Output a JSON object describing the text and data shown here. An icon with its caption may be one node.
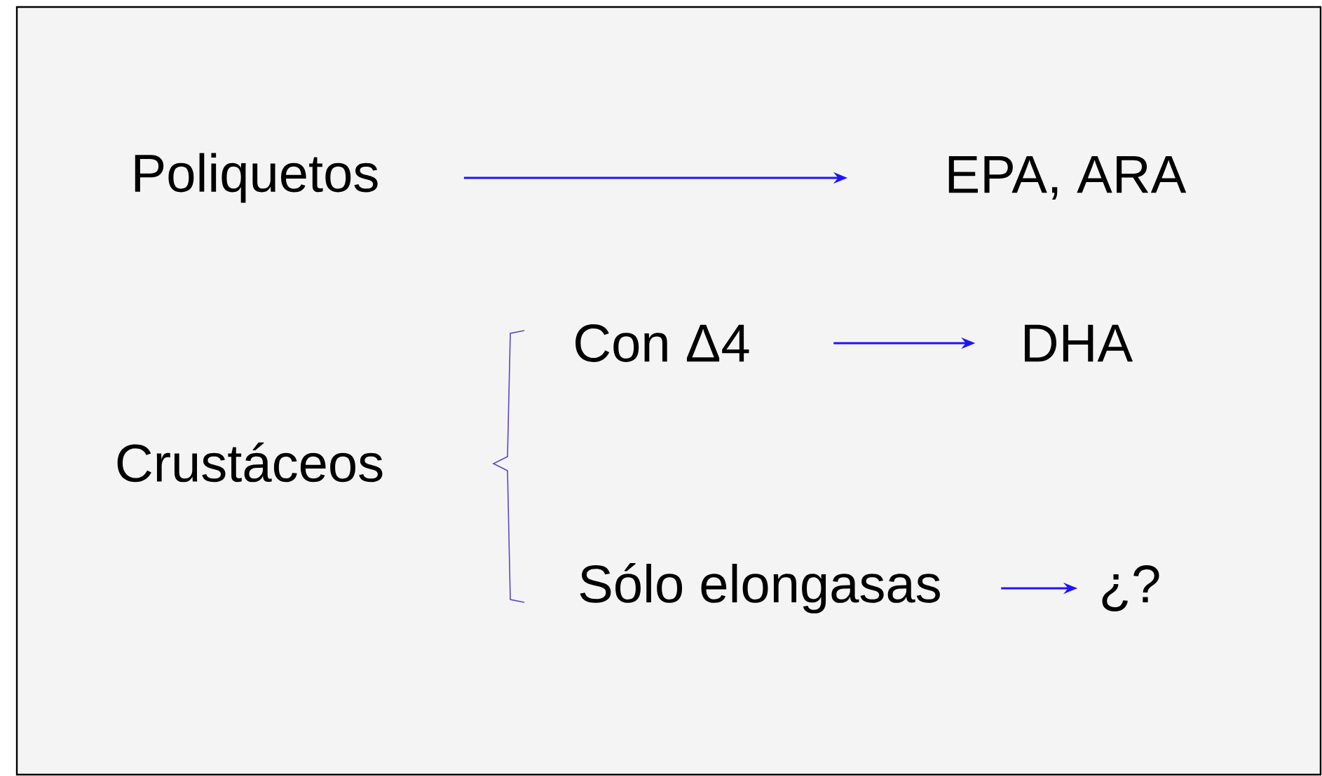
{
  "diagram": {
    "nodes": [
      {
        "text": [
          "Poliquetos"
        ]
      },
      {
        "text": [
          "EPA, ARA"
        ]
      },
      {
        "text": [
          "Crustáceos"
        ]
      },
      {
        "text": [
          "Con Δ4"
        ]
      },
      {
        "text": [
          "DHA"
        ]
      },
      {
        "text": [
          "Sólo elongasas"
        ]
      },
      {
        "text": [
          "¿?"
        ]
      }
    ],
    "edges": [
      {
        "from": 0,
        "to": 1,
        "arrow": "to"
      },
      {
        "from": 3,
        "to": 4,
        "arrow": "to"
      },
      {
        "from": 5,
        "to": 6,
        "arrow": "to"
      }
    ]
  }
}
